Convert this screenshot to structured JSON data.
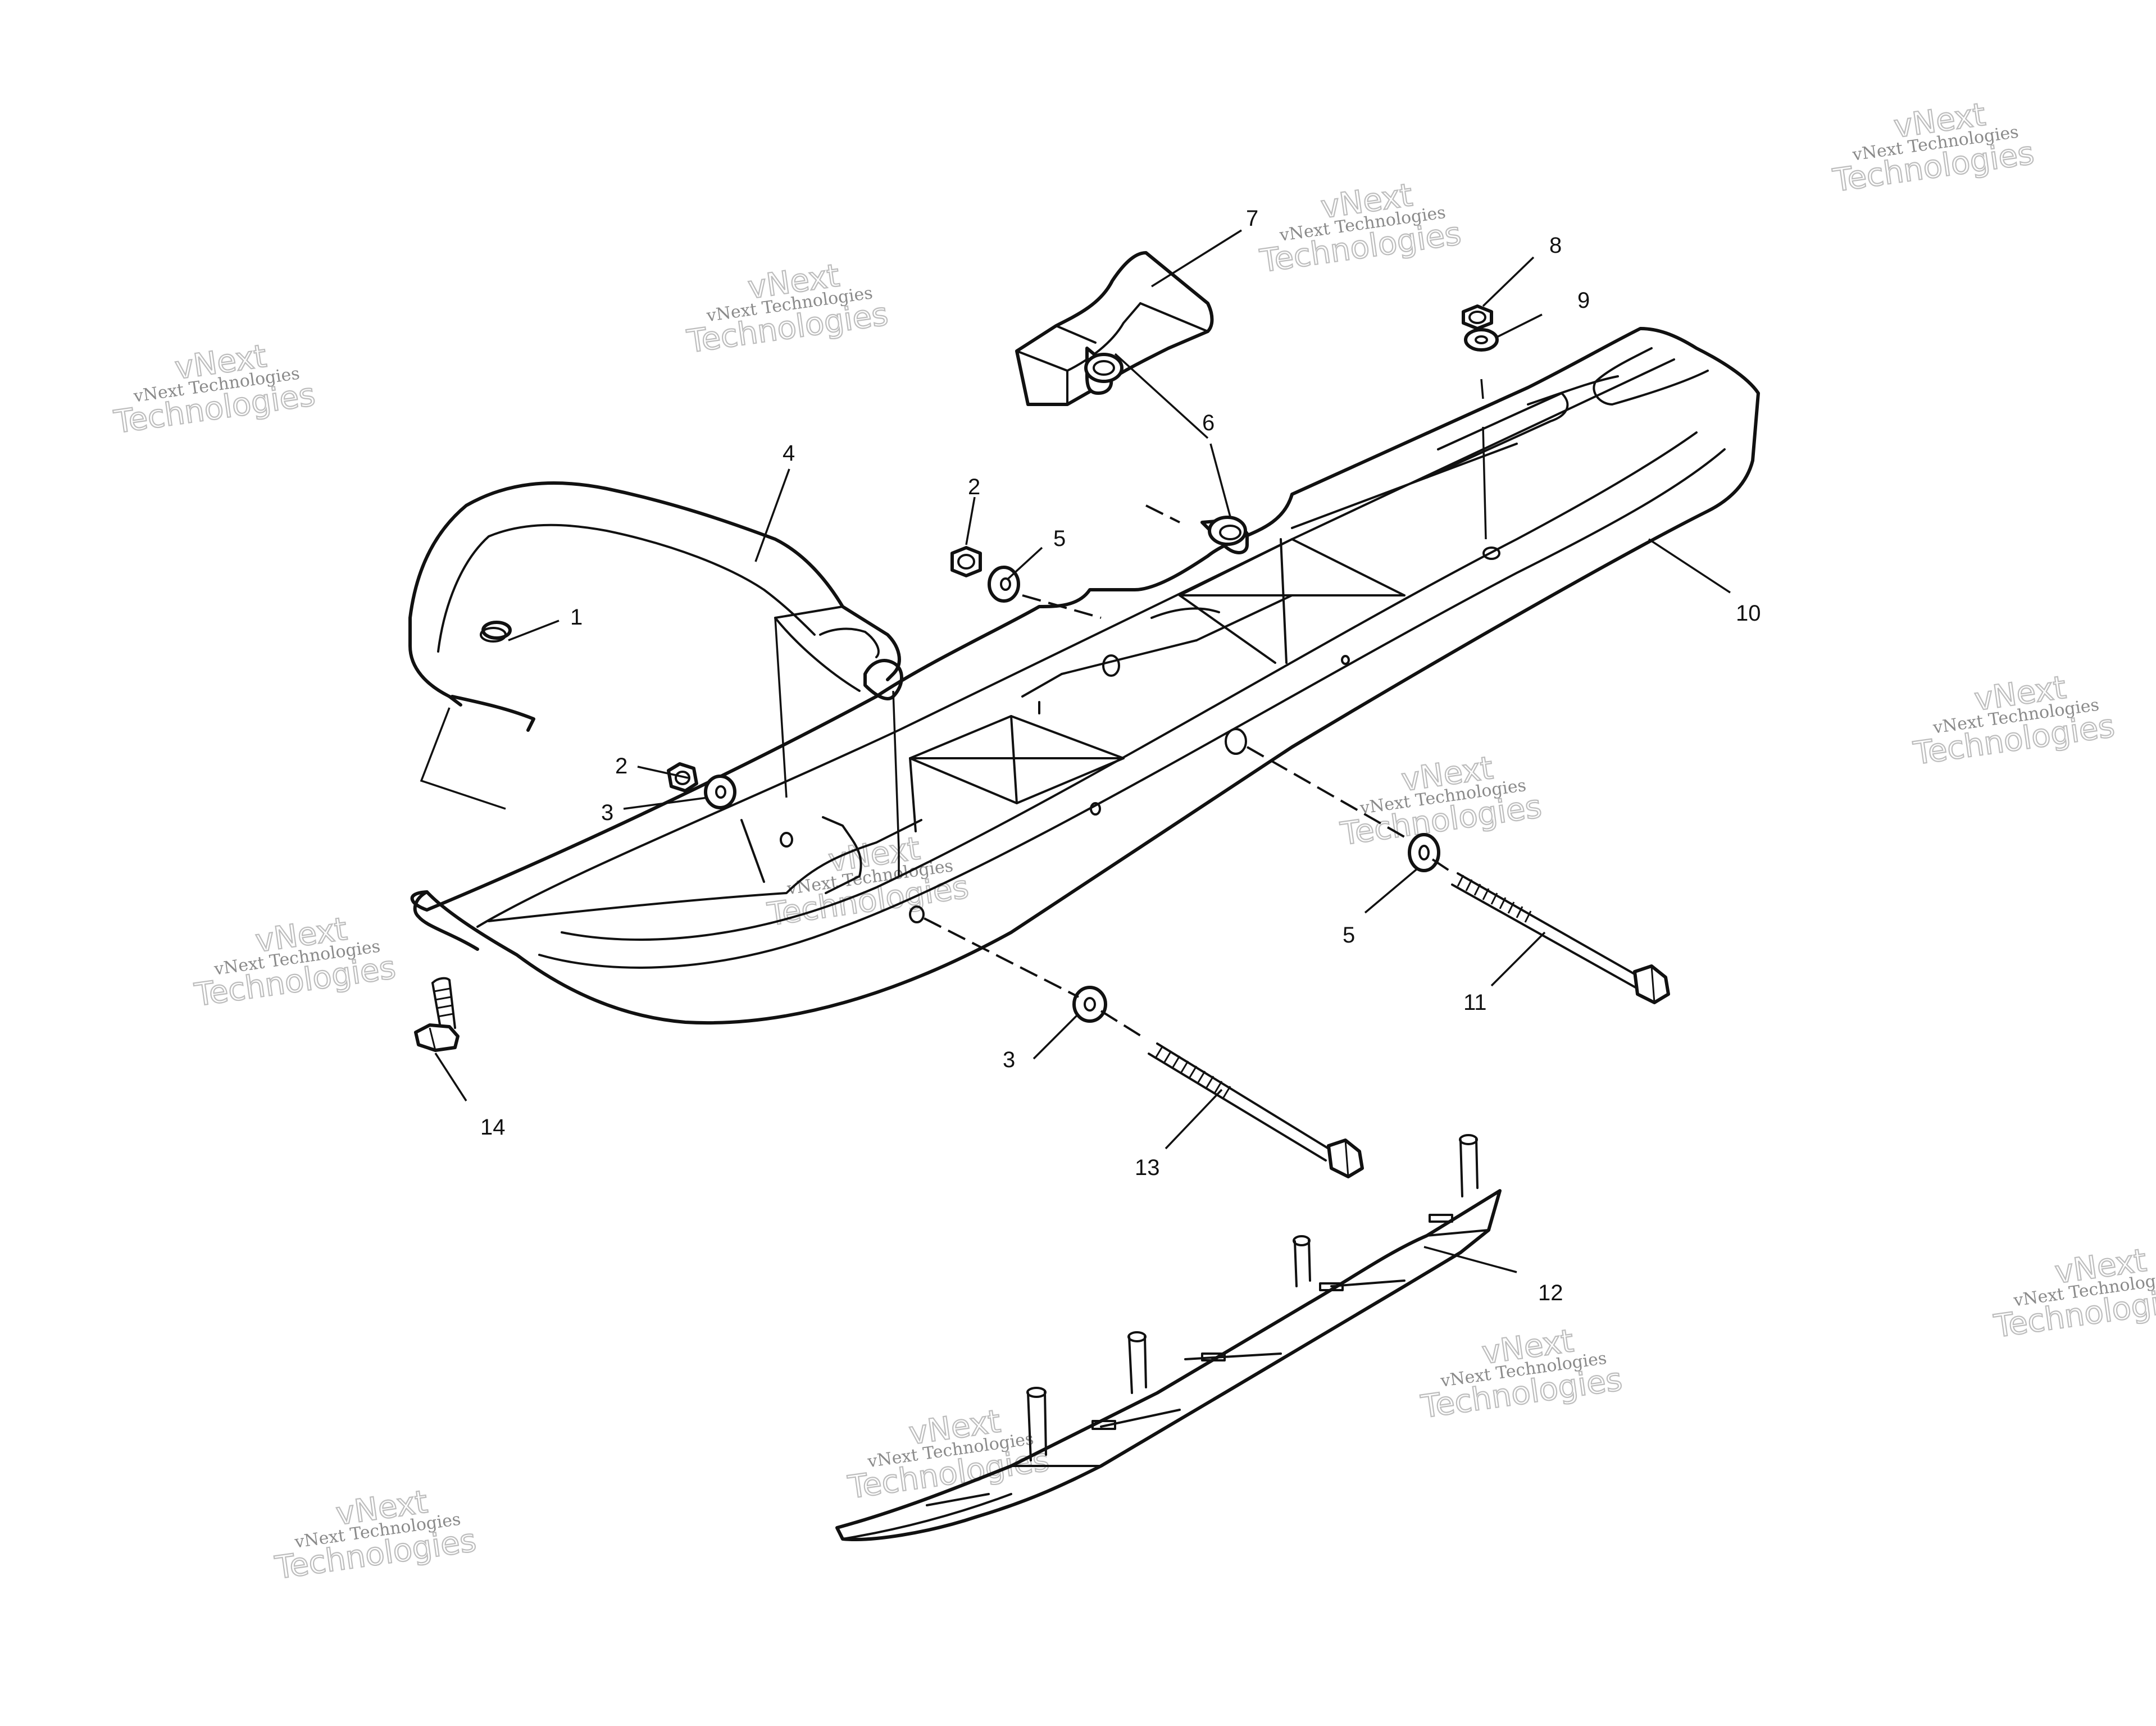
{
  "watermark": {
    "line_small": "vNext Technologies",
    "line_big_1": "vNext",
    "line_big_2": "Technologies"
  },
  "callouts": {
    "c1": "1",
    "c2a": "2",
    "c2b": "2",
    "c3a": "3",
    "c3b": "3",
    "c4": "4",
    "c5a": "5",
    "c5b": "5",
    "c6": "6",
    "c7": "7",
    "c8": "8",
    "c9": "9",
    "c10": "10",
    "c11": "11",
    "c12": "12",
    "c13": "13",
    "c14": "14"
  }
}
